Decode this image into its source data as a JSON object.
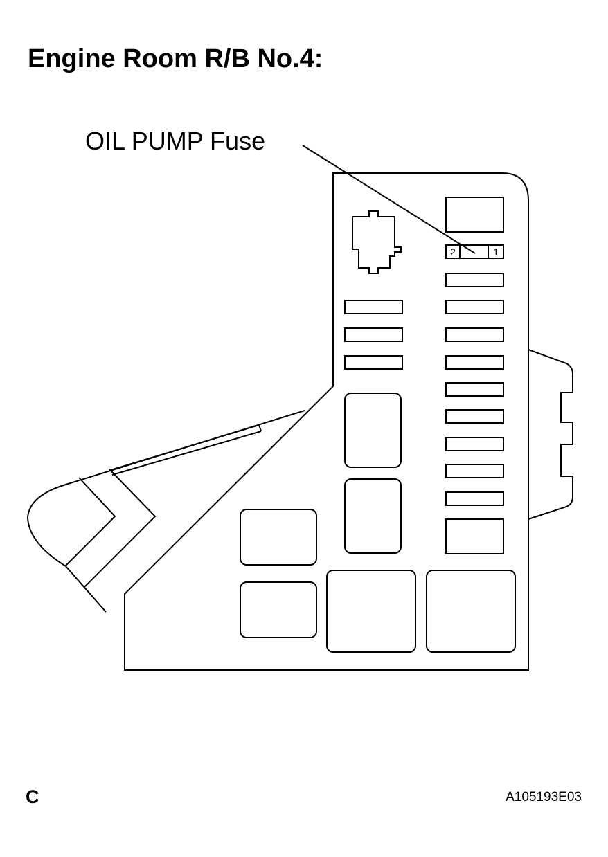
{
  "title": "Engine Room R/B No.4:",
  "callout": {
    "label": "OIL PUMP Fuse"
  },
  "fuse_terminals": {
    "left": "2",
    "right": "1"
  },
  "footer": {
    "letter": "C",
    "figure_id": "A105193E03"
  },
  "colors": {
    "line": "#000000",
    "background": "#ffffff"
  }
}
